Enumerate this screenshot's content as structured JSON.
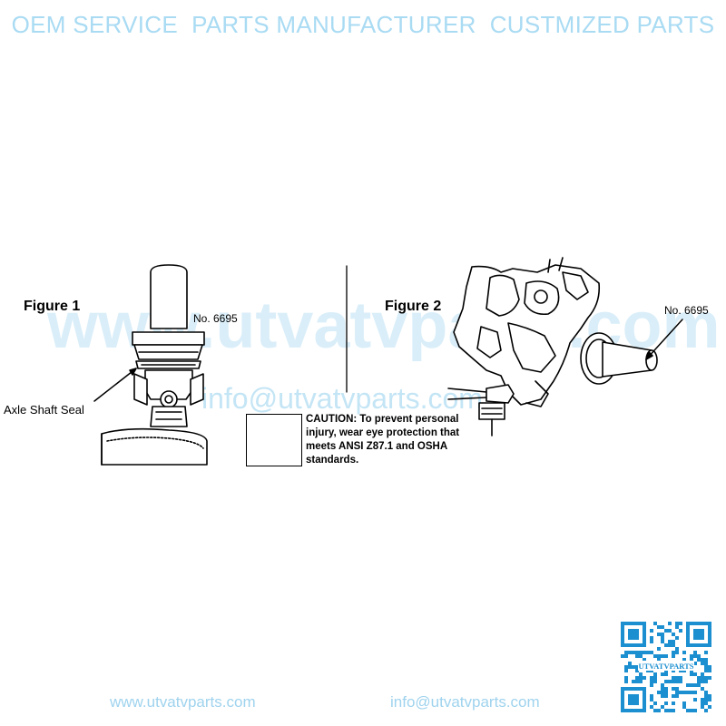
{
  "header": {
    "banner": "OEM SERVICE  PARTS MANUFACTURER  CUSTMIZED PARTS"
  },
  "watermark": {
    "site": "www.utvatvparts.com",
    "email": "info@utvatvparts.com"
  },
  "figure1": {
    "title": "Figure 1",
    "tool_label": "No. 6695",
    "part_label": "Axle Shaft Seal"
  },
  "figure2": {
    "title": "Figure 2",
    "tool_label": "No. 6695"
  },
  "caution": {
    "text": "CAUTION: To prevent personal injury, wear eye protection that meets ANSI Z87.1 and OSHA standards."
  },
  "footer": {
    "website": "www.utvatvparts.com",
    "email": "info@utvatvparts.com"
  },
  "qr": {
    "caption": "UTVATVPARTS"
  },
  "colors": {
    "banner": "#a9dbf3",
    "watermark": "#d4ecf8",
    "footer": "#9fd3ee",
    "qr": "#1b8fd0",
    "line_art": "#000000"
  }
}
